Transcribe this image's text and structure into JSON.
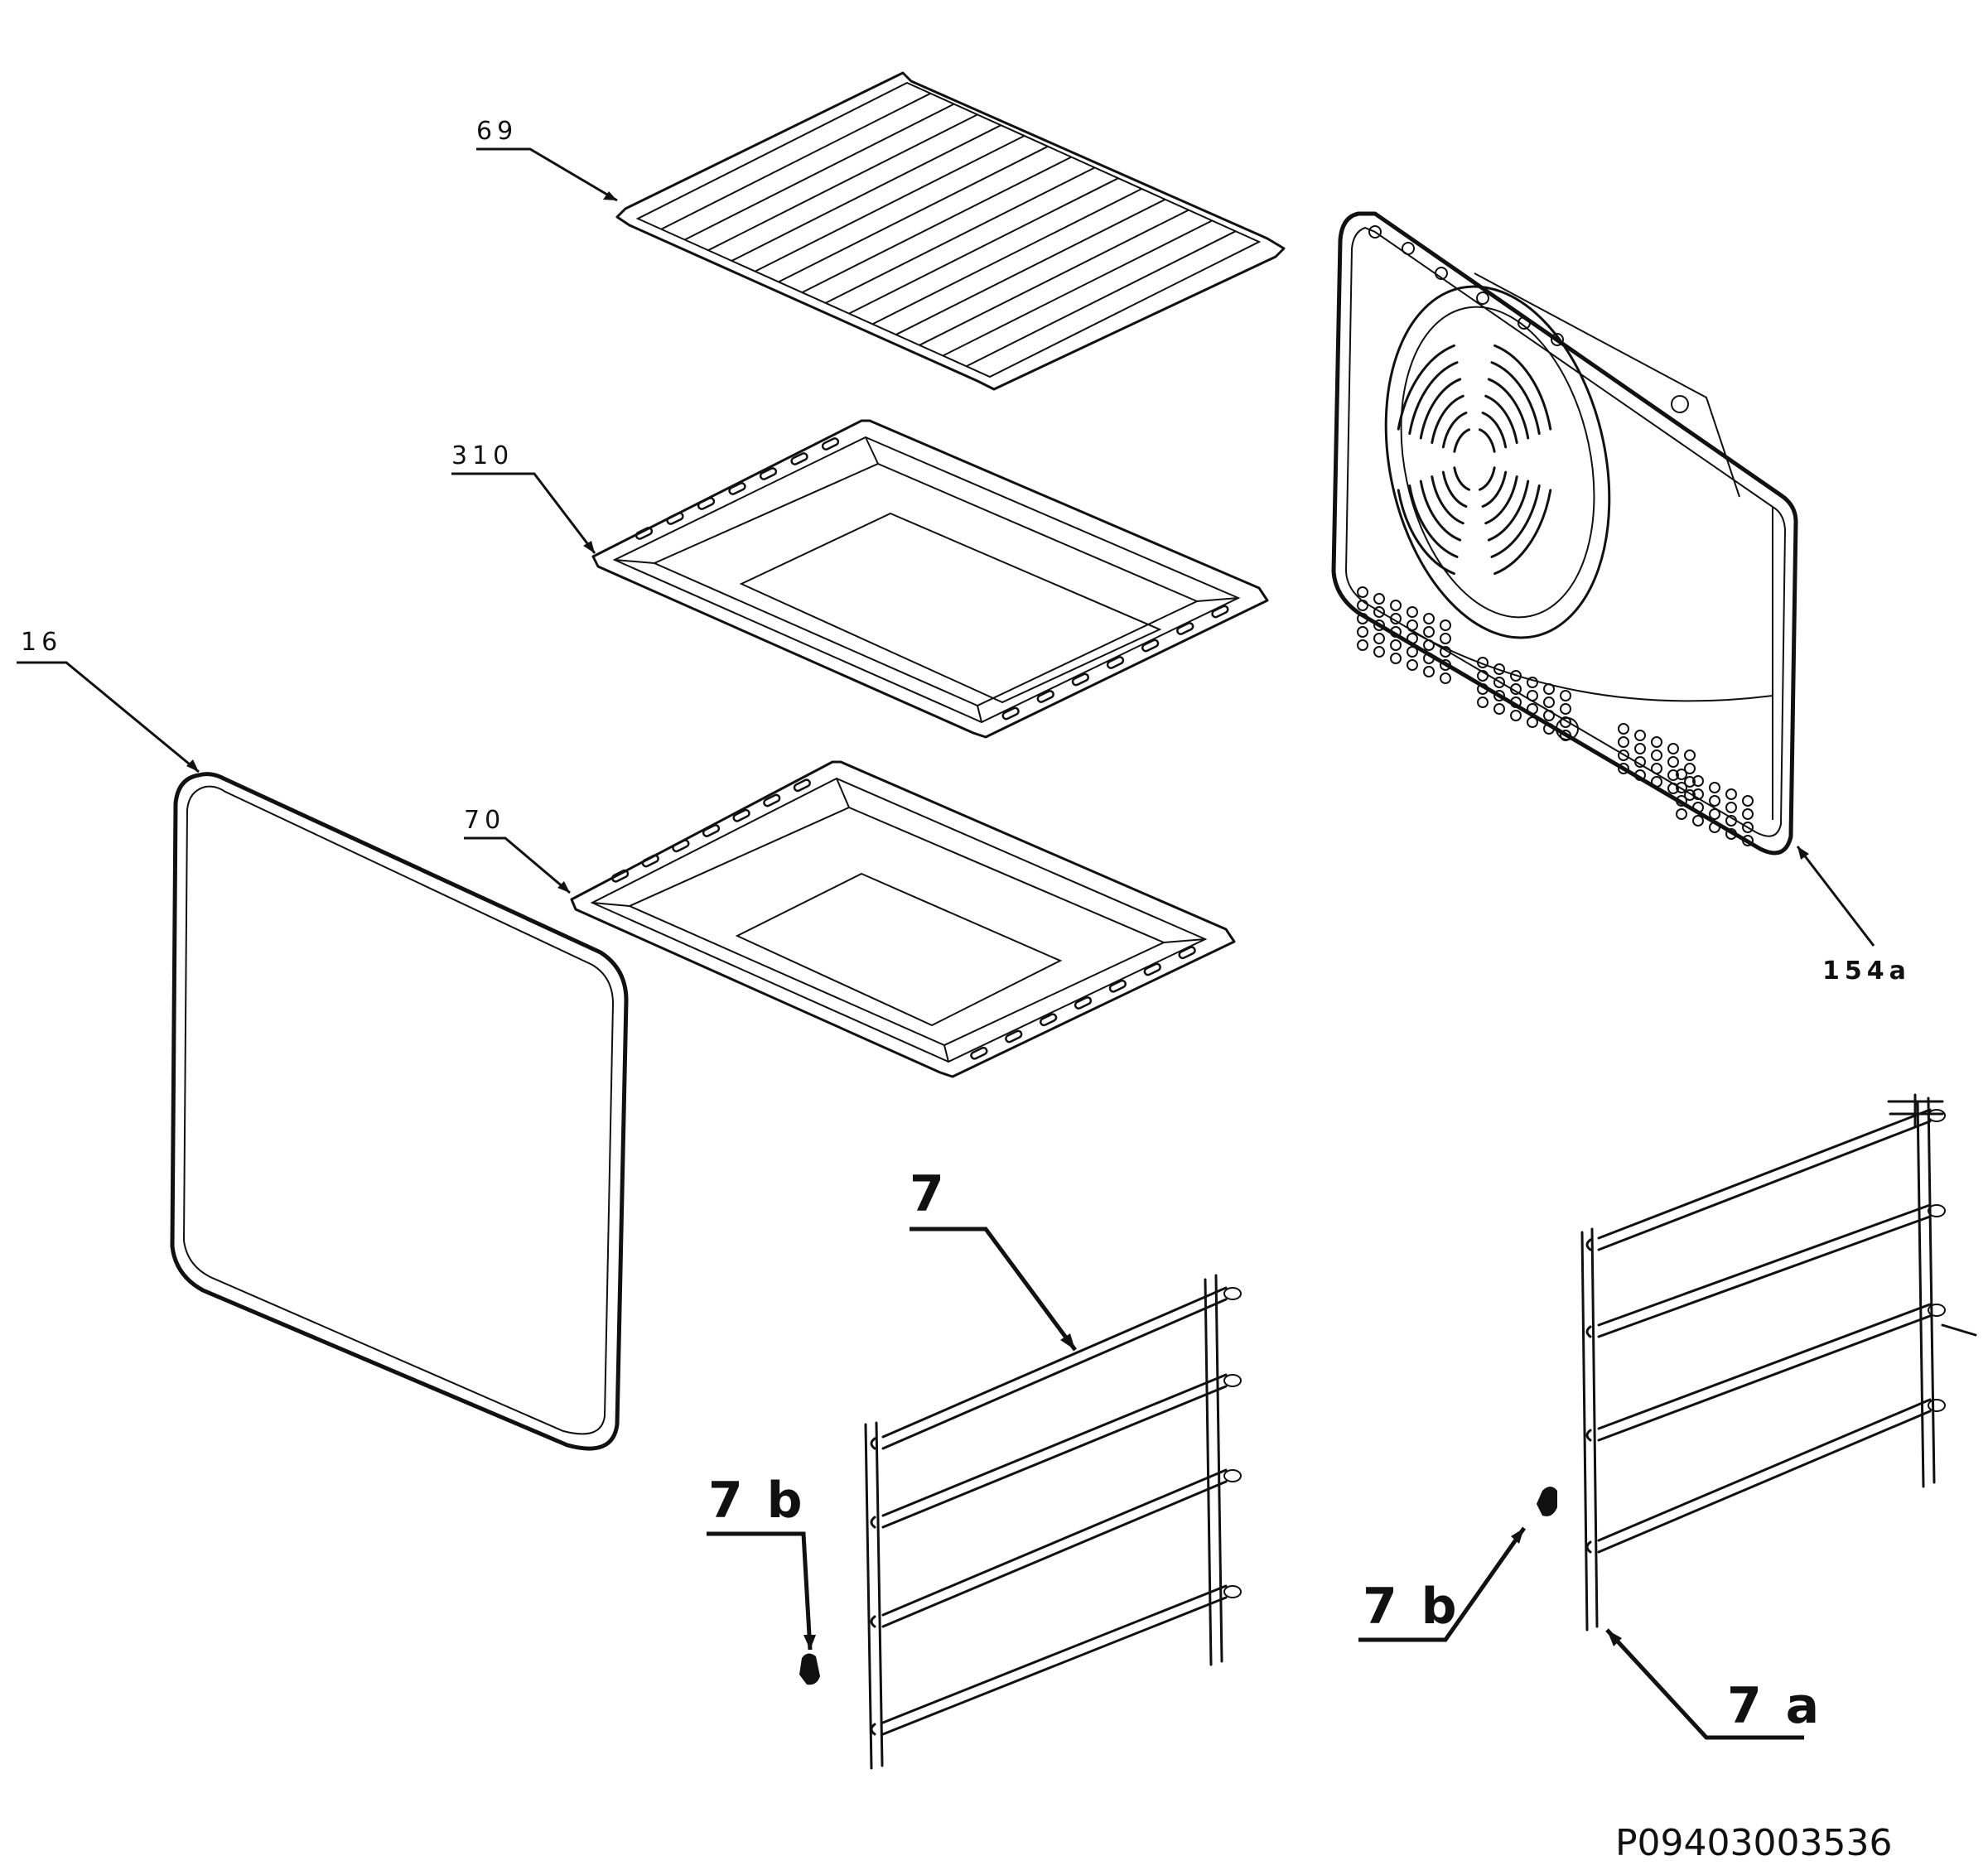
{
  "labels": {
    "grid_shelf": "69",
    "baking_tray": "310",
    "drip_tray": "70",
    "oven_door_glass": "16",
    "rear_panel": "154a",
    "shelf_support": "7",
    "support_clip_left": "7 b",
    "support_clip_right": "7 b",
    "shelf_support_right": "7 a"
  },
  "drawing_code": "P09403003536"
}
